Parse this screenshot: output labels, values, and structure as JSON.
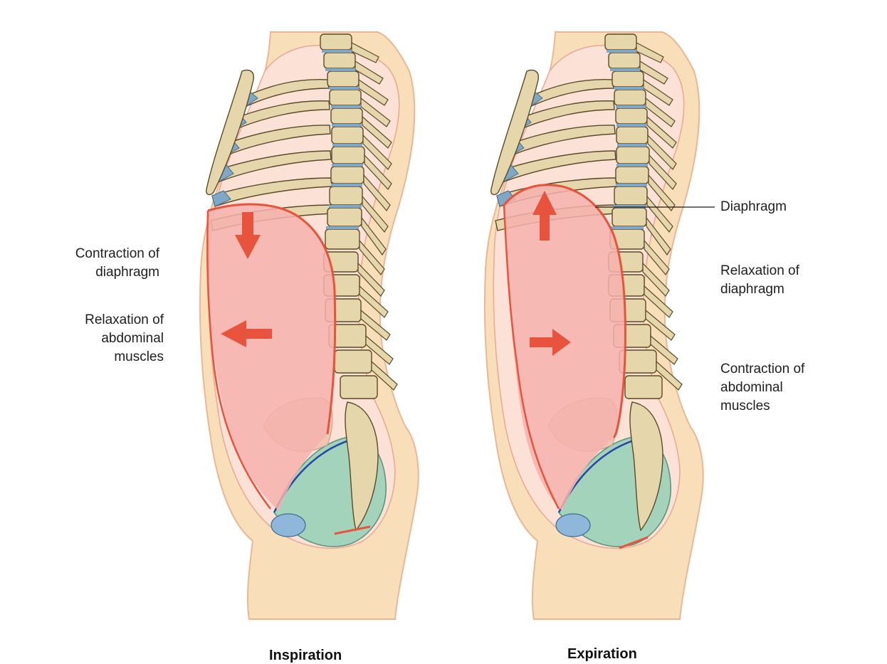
{
  "colors": {
    "skin": "#f9dfb9",
    "skin_outline": "#e8b896",
    "body_cavity": "#f9cfc6",
    "abdominal_cavity": "#f7b7b3",
    "diaphragm_line": "#e8533d",
    "arrow": "#e8533d",
    "bone": "#e6d6ab",
    "bone_outline": "#5b4a2a",
    "cartilage": "#7fa8c7",
    "pelvic_floor": "#9fd3b9",
    "pelvic_line": "#2447a8"
  },
  "inspiration": {
    "caption": "Inspiration",
    "labels": {
      "diaphragm_action_line1": "Contraction of",
      "diaphragm_action_line2": "diaphragm",
      "abdominal_action_line1": "Relaxation of",
      "abdominal_action_line2": "abdominal",
      "abdominal_action_line3": "muscles"
    },
    "arrows": [
      "arrow-down",
      "arrow-left"
    ]
  },
  "expiration": {
    "caption": "Expiration",
    "labels": {
      "structure": "Diaphragm",
      "diaphragm_action_line1": "Relaxation of",
      "diaphragm_action_line2": "diaphragm",
      "abdominal_action_line1": "Contraction of",
      "abdominal_action_line2": "abdominal",
      "abdominal_action_line3": "muscles"
    },
    "arrows": [
      "arrow-up",
      "arrow-right"
    ]
  }
}
